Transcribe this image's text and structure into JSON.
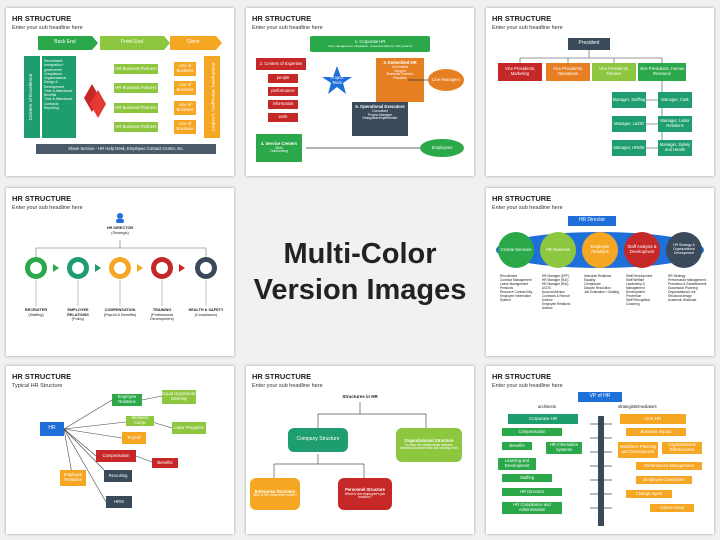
{
  "center": {
    "line1": "Multi-Color",
    "line2": "Version Images"
  },
  "s1": {
    "title": "HR STRUCTURE",
    "subtitle": "Enter your sub headline here",
    "headers": [
      "Back End",
      "Front End",
      "Client"
    ],
    "left_panel_vertical": "Centers of Excellence",
    "left_list": [
      "Recruitment",
      "Immigration / government",
      "Compliance",
      "Organizational Design & Development",
      "Time & Attendance",
      "Benefits",
      "Time & Attendance",
      "Contracts",
      "Reporting"
    ],
    "front_items": [
      "HR Business Partners",
      "HR Business Partners",
      "HR Business Partners",
      "HR Business Partners"
    ],
    "client_items": [
      "Line of Business",
      "Line of Business",
      "Line of Business",
      "Line of Business"
    ],
    "right_vertical": "Employees, Managers, Leaders",
    "footer": "Share Service - HR Help Desk, Employee Contact Center, etc."
  },
  "s2": {
    "title": "HR STRUCTURE",
    "subtitle": "Enter your sub headline here",
    "corp": "1. Corporate HR",
    "corp_sub": "Core management: integration, corporate-wide fns, HR systems",
    "coe": "2. Centers of Expertise",
    "coe_items": [
      "people",
      "performance",
      "information",
      "work"
    ],
    "star": "Project Team",
    "embedded": "3. Embedded HR",
    "embedded_items": "Generalists\nSupport\nBusiness Partners\nPractices",
    "line_mgr": "Line Managers",
    "ops": "5. Operational Executors",
    "ops_items": "Consultant\nProject Manager\nDelegation/Implementer",
    "svc": "4. Service Centers",
    "svc_items": "Work\nOutsourcing",
    "employees": "Employees"
  },
  "s3": {
    "title": "HR STRUCTURE",
    "subtitle": "Enter your sub headline here",
    "president": "President",
    "vps": [
      "Vice Presidents, Marketing",
      "Vice Presidents, Operations",
      "Vice Presidents, Finance",
      "Vice Presidents, Human Resource"
    ],
    "managers_left": [
      "Manager, Staffing",
      "Manager, L&OD",
      "Manager, HRMS"
    ],
    "managers_right": [
      "Manager, C&B",
      "Manager, Labor Relations",
      "Manager, Safety and Health"
    ]
  },
  "s4": {
    "title": "HR STRUCTURE",
    "subtitle": "Enter your sub headline here",
    "director": "HR DIRECTOR",
    "director_sub": "(Strategic)",
    "roles": [
      {
        "name": "RECRUITER",
        "sub": "(Staffing)"
      },
      {
        "name": "EMPLOYEE RELATIONS",
        "sub": "(Policy)"
      },
      {
        "name": "COMPENSATION",
        "sub": "(Payroll & Benefits)"
      },
      {
        "name": "TRAINING",
        "sub": "(Professional Development)"
      },
      {
        "name": "HEALTH & SAFETY",
        "sub": "(Compliance)"
      }
    ]
  },
  "s6": {
    "title": "HR STRUCTURE",
    "subtitle": "Enter your sub headline here",
    "director": "HR Director",
    "circles": [
      "Central Services",
      "HR Business",
      "Employee Relations",
      "Staff Analysis & Development",
      "HR Strategy & Organizational Development"
    ],
    "lists": [
      "Recruitment\nContract Management\nLeave Management\nPensions\nResource Contract Mg.\nEmployee Information System",
      "HR Manager (EPF)\nHR Manager (R&I)\nHR Manager (R&I)\nACDS\nAccount Advisor\nContracts & Recruit\nAdvisor\nEmployee Relations Advisor",
      "Industrial Relations\nEquality\nCompliance\nDispute Resolution\nJob Evaluation / Grading",
      "Staff Development\nStaff Welfare\nLeadership & Management Development\nPrevention\nStaff Recognition\nCoaching",
      "HR Strategy\nPerformance Management\nPromotion & Establishment\nSuccession Planning\nOrganizational Link\nStructural design\nAcademic Workload"
    ]
  },
  "s7": {
    "title": "HR STRUCTURE",
    "subtitle": "Typical HR Structure",
    "hr": "HR",
    "nodes": [
      "Employee Relations",
      "Equal Opportunity Diversity",
      "Wellness Comp.",
      "Labor Programs",
      "Payroll",
      "Compensation",
      "Benefits",
      "Employee Relations",
      "Recruiting",
      "HRIS"
    ]
  },
  "s8": {
    "title": "HR STRUCTURE",
    "subtitle": "Enter your sub headline here",
    "top": "Structures in HR",
    "company": "Company Structure",
    "org": "Organizational Structure",
    "org_sub": "To clear the relationships between individual departments and working-level",
    "enterprise": "Enterprise Structure",
    "enterprise_sub": "Who is the enterprise model?",
    "personnel": "Personnel Structure",
    "personnel_sub": "What is the employee's job function?"
  },
  "s9": {
    "title": "HR STRUCTURE",
    "subtitle": "Enter your sub headline here",
    "vp": "VP of HR",
    "left_label": "architects",
    "right_label": "strategists/mediators",
    "corp": "Corporate HR",
    "line": "Line HR",
    "left_items": [
      "Compensation",
      "Benefits",
      "HR Information Systems",
      "Learning and Development",
      "Staffing",
      "HR Directors",
      "HR Compliance and Administration"
    ],
    "right_items": [
      "Business Impact",
      "Workforce Planning and Development",
      "Organizational Effectiveness",
      "Performance Management",
      "Employee Champions",
      "Change Agent",
      "Culture Keep"
    ]
  }
}
